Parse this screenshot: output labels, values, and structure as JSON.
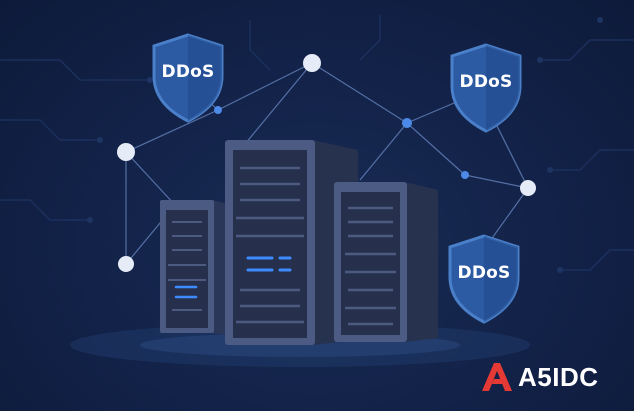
{
  "colors": {
    "background": "#13234a",
    "shield_fill": "#2c5ba3",
    "shield_border": "#4a7fc9",
    "server_body": "#3a4a6e",
    "server_face": "#25304f",
    "accent_blue": "#3d8bff",
    "node": "#e6ecf7",
    "brand_red": "#e53935"
  },
  "shields": [
    {
      "label": "DDoS"
    },
    {
      "label": "DDoS"
    },
    {
      "label": "DDoS"
    }
  ],
  "logo": {
    "text": "A5IDC",
    "icon": "a5idc-logo-icon"
  }
}
